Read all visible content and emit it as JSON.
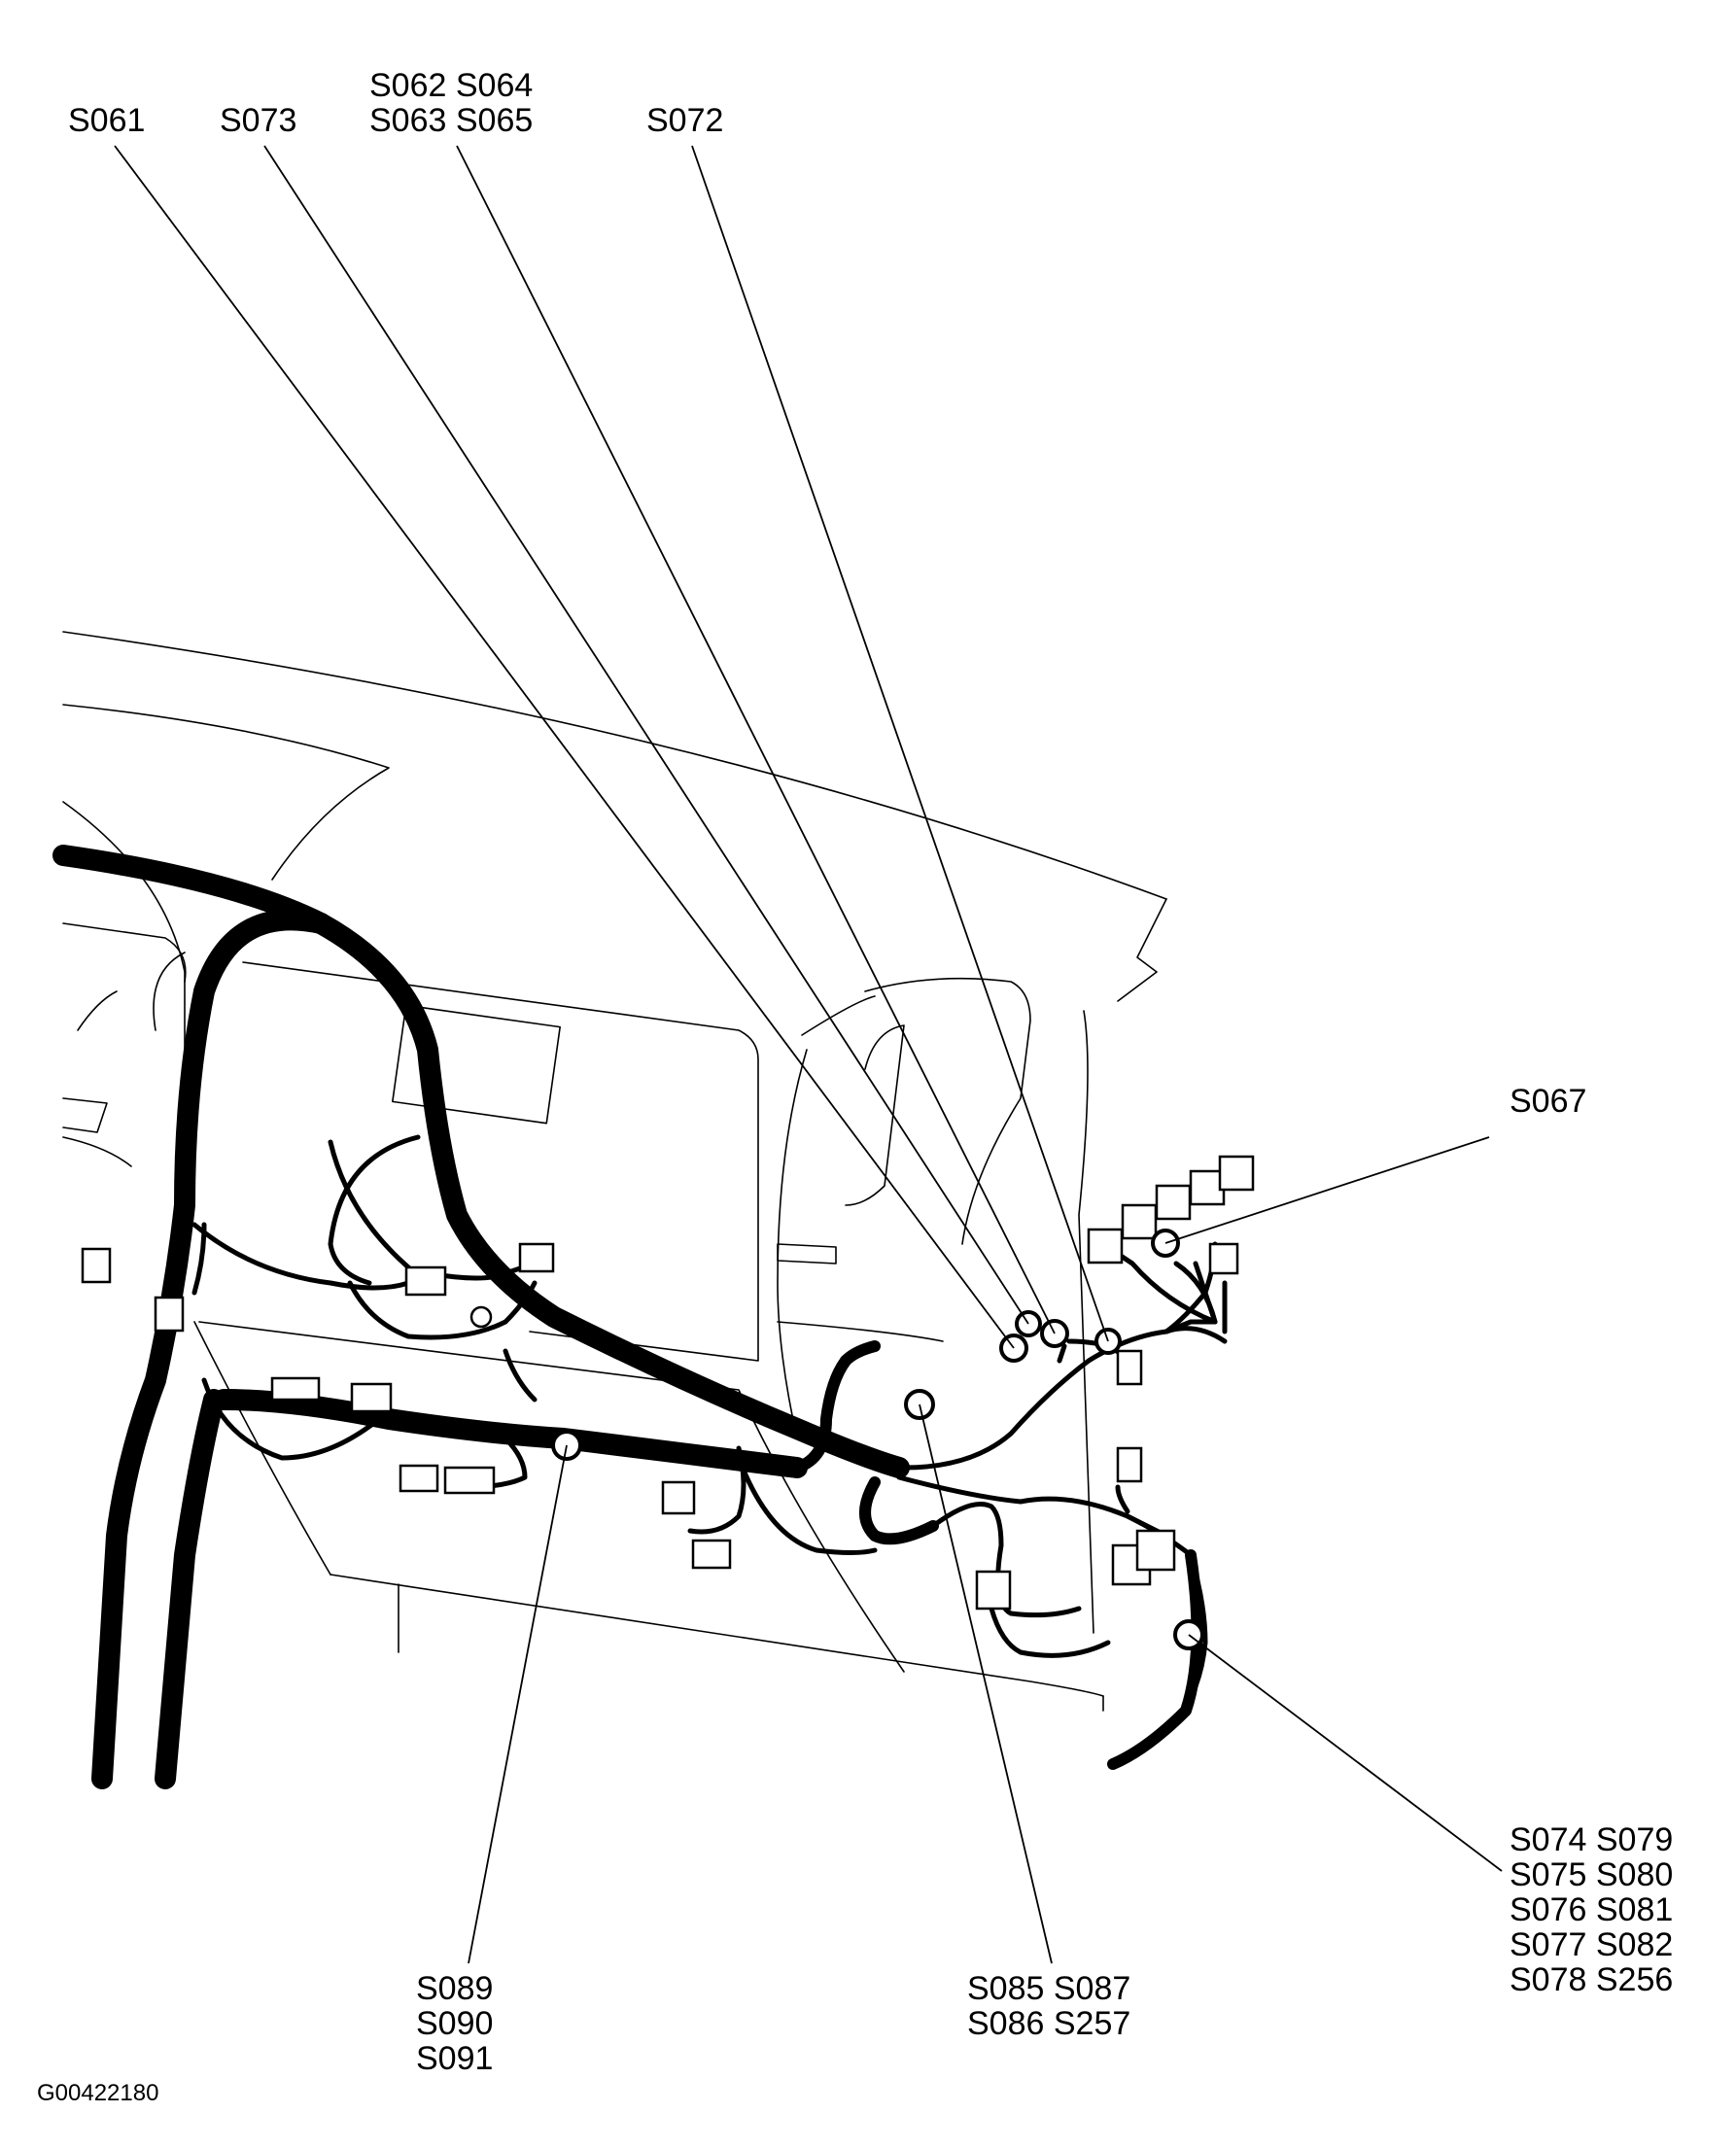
{
  "figure_id": "G00422180",
  "labels": {
    "s061": [
      "S061"
    ],
    "s073": [
      "S073"
    ],
    "s062_group": [
      "S062 S064",
      "S063 S065"
    ],
    "s072": [
      "S072"
    ],
    "s067": [
      "S067"
    ],
    "s074_group": [
      "S074 S079",
      "S075 S080",
      "S076 S081",
      "S077 S082",
      "S078 S256"
    ],
    "s085_group": [
      "S085 S087",
      "S086 S257"
    ],
    "s089_group": [
      "S089",
      "S090",
      "S091"
    ]
  },
  "colors": {
    "ink": "#000000",
    "paper": "#ffffff"
  }
}
